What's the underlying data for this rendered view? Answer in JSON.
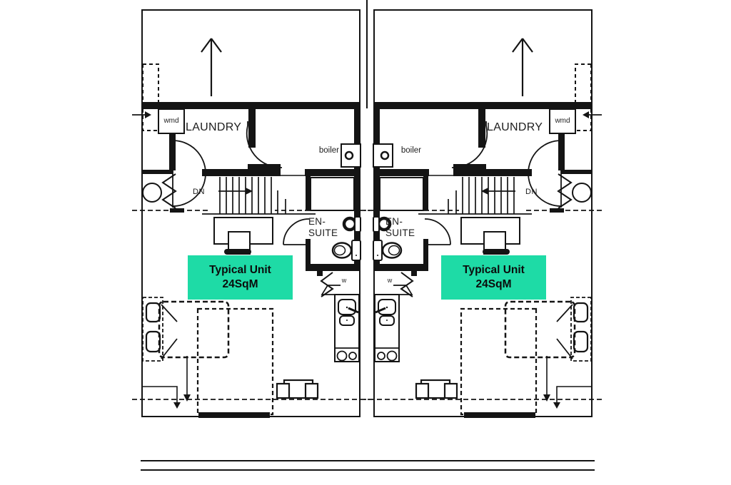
{
  "plan": {
    "labels": {
      "laundry": "LAUNDRY",
      "washer_dryer": "wmd",
      "boiler": "boiler",
      "stair_direction": "DN",
      "ensuite_line1": "EN-",
      "ensuite_line2": "SUITE",
      "wardrobe_door": "w"
    },
    "unit_tag": {
      "line1": "Typical Unit",
      "line2": "24SqM"
    },
    "colors": {
      "highlight": "#1EDBA6",
      "line": "#141414",
      "background": "#FFFFFF"
    }
  }
}
